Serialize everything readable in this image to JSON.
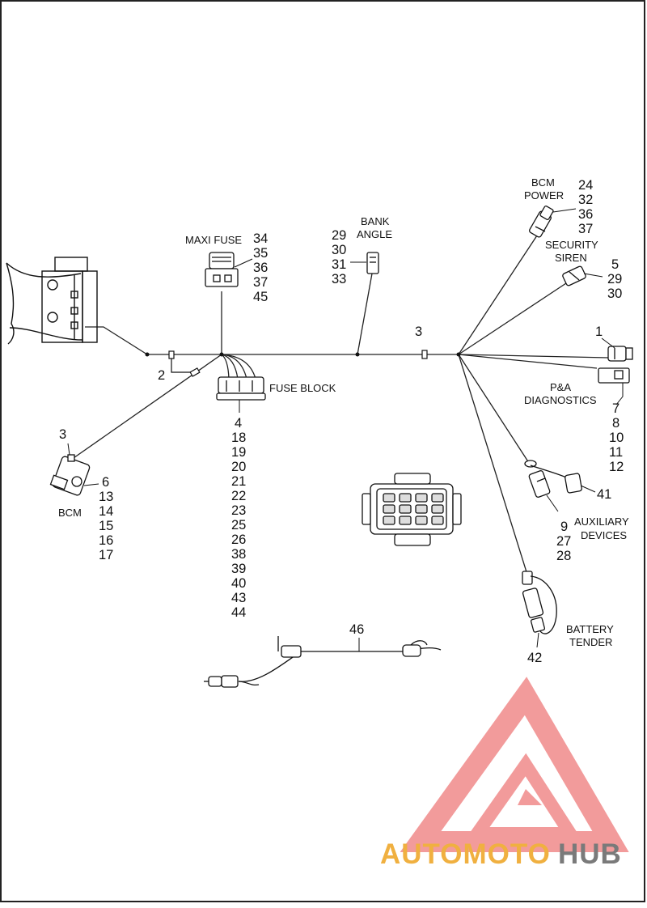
{
  "labels": {
    "maxi_fuse": "MAXI FUSE",
    "bank": "BANK",
    "angle": "ANGLE",
    "bcm_power_1": "BCM",
    "bcm_power_2": "POWER",
    "security_1": "SECURITY",
    "security_2": "SIREN",
    "pa_1": "P&A",
    "pa_2": "DIAGNOSTICS",
    "fuse_block": "FUSE BLOCK",
    "bcm": "BCM",
    "aux_1": "AUXILIARY",
    "aux_2": "DEVICES",
    "battery_1": "BATTERY",
    "battery_2": "TENDER"
  },
  "callouts": {
    "maxi_fuse": [
      "34",
      "35",
      "36",
      "37",
      "45"
    ],
    "bank_angle": [
      "29",
      "30",
      "31",
      "33"
    ],
    "bcm_power": [
      "24",
      "32",
      "36",
      "37"
    ],
    "security_siren": [
      "5",
      "29",
      "30"
    ],
    "diag_top": "1",
    "diagnostics": [
      "7",
      "8",
      "10",
      "11",
      "12"
    ],
    "fuse_block": [
      "4",
      "18",
      "19",
      "20",
      "21",
      "22",
      "23",
      "25",
      "26",
      "38",
      "39",
      "40",
      "43",
      "44"
    ],
    "bcm_top": "3",
    "bcm": [
      "6",
      "13",
      "14",
      "15",
      "16",
      "17"
    ],
    "clip_2": "2",
    "clip_3": "3",
    "aux_41": "41",
    "aux": [
      "9",
      "27",
      "28"
    ],
    "battery": "42",
    "harness_46": "46"
  },
  "watermark": {
    "part1": "AUTOMOTO",
    "part2": "HUB",
    "color1": "#f0b040",
    "color2": "#7a7a7a",
    "triangle_color": "#f08a8a"
  }
}
